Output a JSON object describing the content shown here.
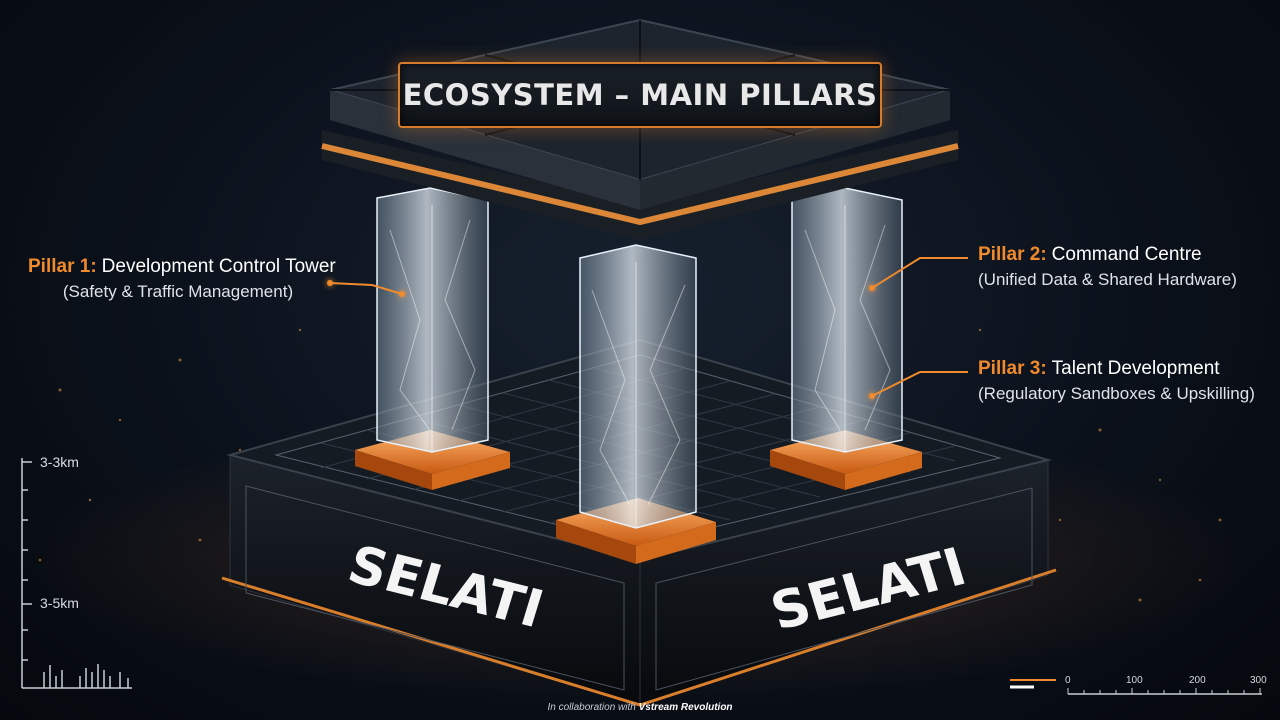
{
  "title": "ECOSYSTEM – MAIN PILLARS",
  "pillars": [
    {
      "lead": "Pillar 1:",
      "name": "Development Control Tower",
      "detail": "(Safety & Traffic Management)"
    },
    {
      "lead": "Pillar 2:",
      "name": "Command Centre",
      "detail": "(Unified Data & Shared Hardware)"
    },
    {
      "lead": "Pillar 3:",
      "name": "Talent Development",
      "detail": "(Regulatory Sandboxes & Upskilling)"
    }
  ],
  "base_brand": [
    "SELATI",
    "SELATI"
  ],
  "altitude_scale": [
    "3-3km",
    "3-5km"
  ],
  "distance_scale": [
    "0",
    "100",
    "200",
    "300"
  ],
  "footer": {
    "prefix": "In collaboration with",
    "brand": "Vstream Revolution"
  },
  "colors": {
    "accent": "#f08a2c",
    "background": "#0b111b",
    "glass": "#c9d6e3"
  }
}
